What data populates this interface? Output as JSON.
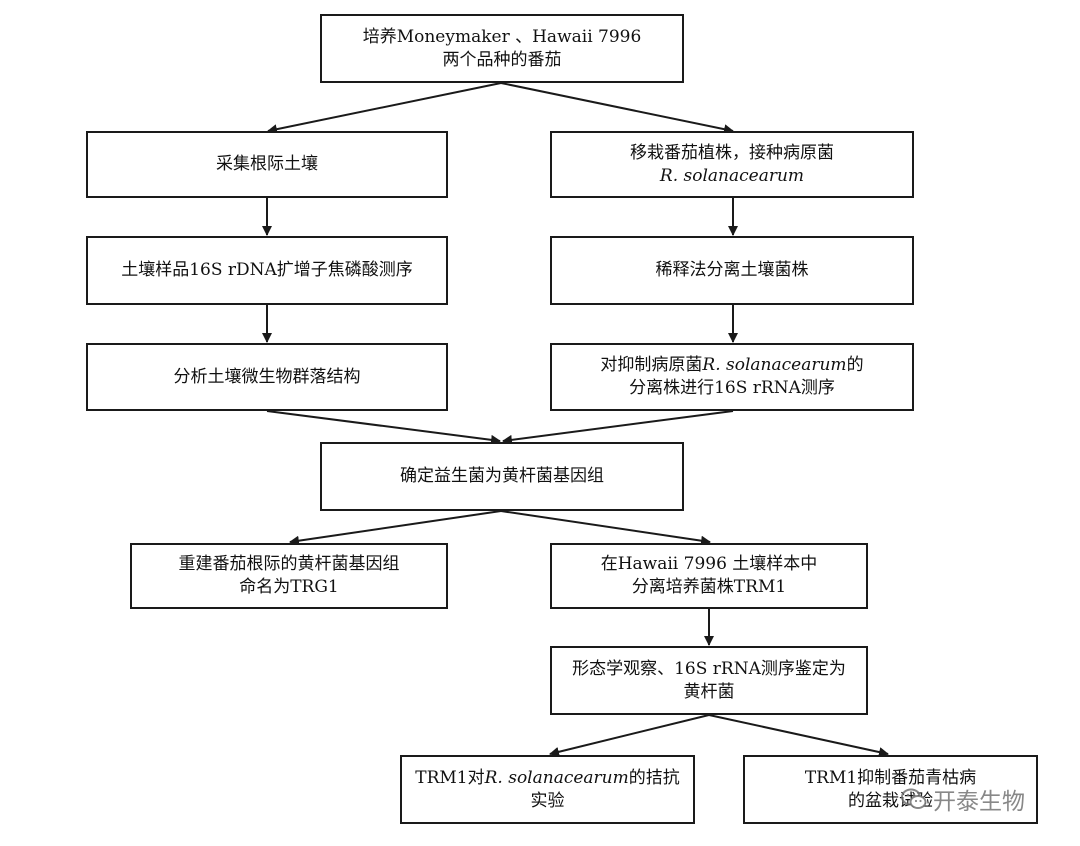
{
  "flowchart": {
    "top": {
      "line1": "培养Moneymaker 、Hawaii 7996",
      "line2": "两个品种的番茄"
    },
    "left_branch": {
      "step1": "采集根际土壤",
      "step2": "土壤样品16S rDNA扩增子焦磷酸测序",
      "step3": "分析土壤微生物群落结构"
    },
    "right_branch": {
      "step1_line1": "移栽番茄植株，接种病原菌",
      "step1_line2": "R. solanacearum",
      "step2": "稀释法分离土壤菌株",
      "step3_line1_a": "对抑制病原菌",
      "step3_line1_b": "R. solanacearum",
      "step3_line1_c": "的",
      "step3_line2": "分离株进行16S rRNA测序"
    },
    "merge": "确定益生菌为黄杆菌基因组",
    "genome": {
      "line1": "重建番茄根际的黄杆菌基因组",
      "line2": "命名为TRG1"
    },
    "isolate": {
      "line1": "在Hawaii 7996 土壤样本中",
      "line2": "分离培养菌株TRM1"
    },
    "identify": {
      "line1": "形态学观察、16S rRNA测序鉴定为",
      "line2": "黄杆菌"
    },
    "antagonism": {
      "line1_a": "TRM1对",
      "line1_b": "R. solanacearum",
      "line1_c": "的拮抗",
      "line2": "实验"
    },
    "pot": {
      "line1": "TRM1抑制番茄青枯病",
      "line2": "的盆栽试验"
    }
  },
  "watermark": {
    "text": "开泰生物",
    "icon": "wechat-icon"
  }
}
